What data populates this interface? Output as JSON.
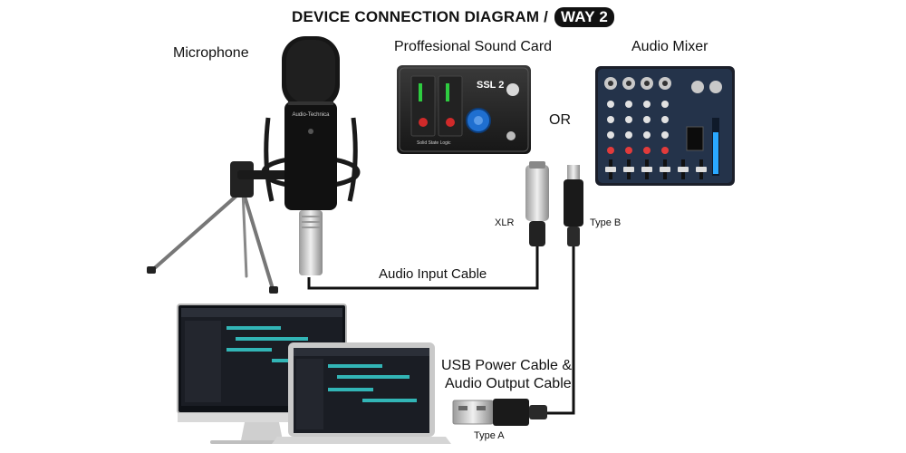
{
  "title": {
    "text": "DEVICE CONNECTION DIAGRAM /",
    "badge": "WAY 2"
  },
  "labels": {
    "microphone": "Microphone",
    "sound_card": "Proffesional Sound Card",
    "mixer": "Audio Mixer",
    "or": "OR",
    "xlr": "XLR",
    "type_b": "Type B",
    "audio_input_cable": "Audio Input Cable",
    "usb_line1": "USB Power Cable &",
    "usb_line2": "Audio Output Cable",
    "type_a": "Type A"
  },
  "device_text": {
    "sound_card_brand": "SSL 2",
    "sound_card_maker": "Solid State Logic",
    "mic_brand": "Audio-Technica",
    "apple_logo": ""
  },
  "colors": {
    "cable": "#111111",
    "sound_card_knob": "#1f6fd0",
    "mixer_meter": "#2aa8ff",
    "screen_accent": "#35c6c6"
  }
}
